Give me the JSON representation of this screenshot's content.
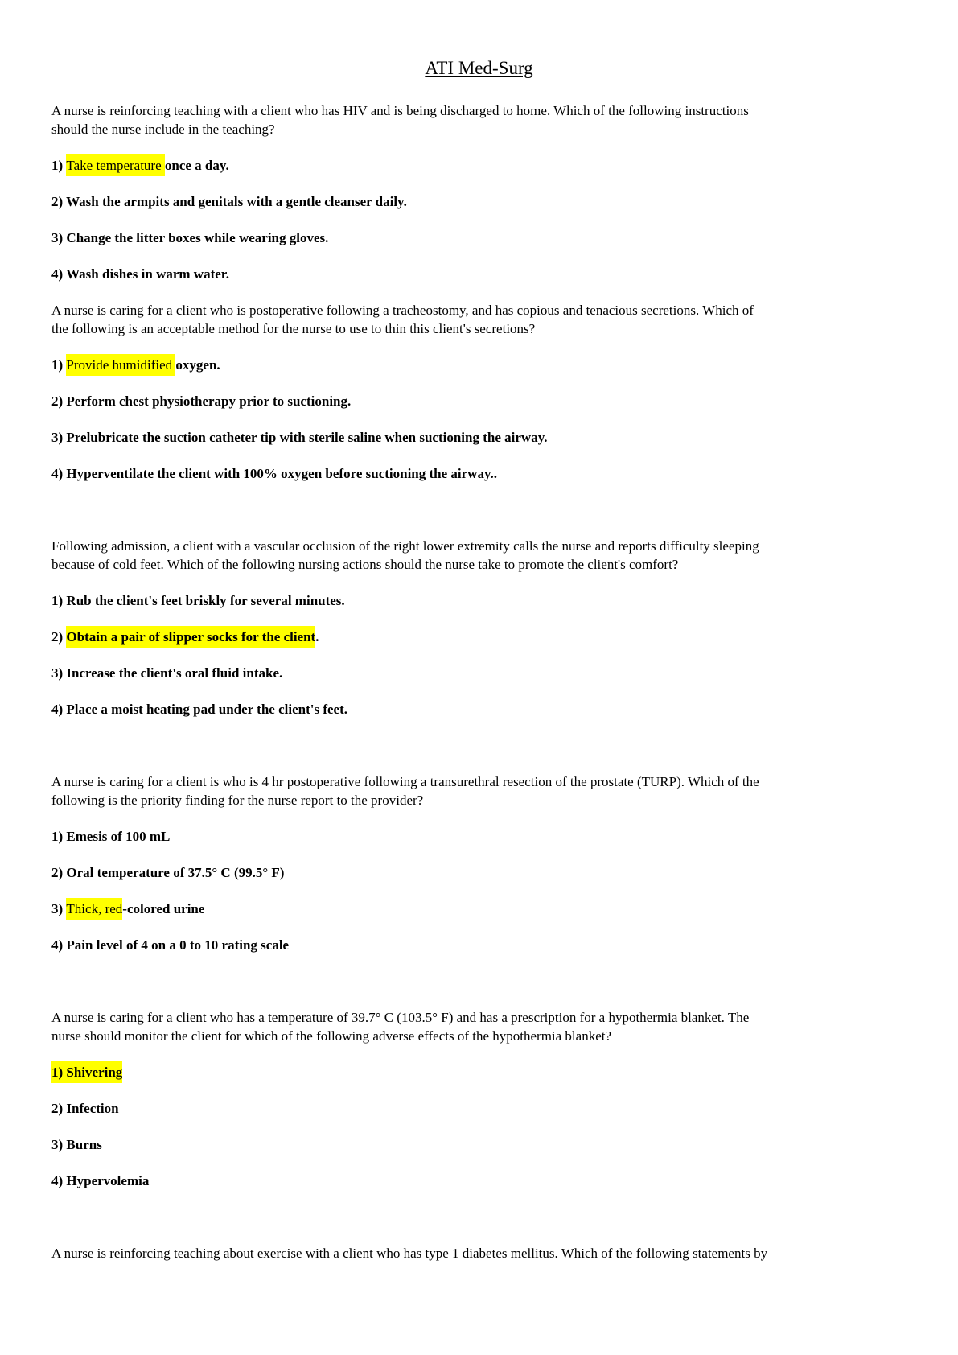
{
  "document": {
    "title": "ATI Med-Surg",
    "highlight_color": "#ffff00",
    "text_color": "#000000",
    "questions": [
      {
        "lines": [
          "A nurse is reinforcing teaching with a client who has HIV and is being discharged to home. Which of the following instructions",
          "should the nurse include in the teaching?"
        ],
        "options": [
          {
            "pre": "1) ",
            "hl": "Take temperature ",
            "post": "once a day."
          },
          {
            "pre": "2) Wash the armpits and genitals with a gentle cleanser daily.",
            "hl": "",
            "post": ""
          },
          {
            "pre": "3) Change the litter boxes while wearing gloves.",
            "hl": "",
            "post": ""
          },
          {
            "pre": "4) Wash dishes in warm water.",
            "hl": "",
            "post": ""
          }
        ]
      },
      {
        "lines": [
          "A nurse is caring for a client who is postoperative following a tracheostomy, and has copious and tenacious secretions. Which of",
          "the following is an acceptable method for the nurse to use to thin this client's secretions?"
        ],
        "options": [
          {
            "pre": "1) ",
            "hl": "Provide humidified ",
            "post": "oxygen."
          },
          {
            "pre": "2) Perform chest physiotherapy prior to suctioning.",
            "hl": "",
            "post": ""
          },
          {
            "pre": "3) Prelubricate the suction catheter tip with sterile saline when suctioning the airway.",
            "hl": "",
            "post": ""
          },
          {
            "pre": "4) Hyperventilate the client with 100% oxygen before suctioning the airway..",
            "hl": "",
            "post": ""
          }
        ]
      },
      {
        "lines": [
          "Following admission, a client with a vascular occlusion of the right lower extremity calls the nurse and reports difficulty sleeping",
          "because of cold feet. Which of the following nursing actions should the nurse take to promote the client's comfort?"
        ],
        "options": [
          {
            "pre": "1) Rub the client's feet briskly for several minutes.",
            "hl": "",
            "post": ""
          },
          {
            "pre": "2) ",
            "hl": "Obtain a pair of slipper socks for the client",
            "post": "."
          },
          {
            "pre": "3) Increase the client's oral fluid intake.",
            "hl": "",
            "post": ""
          },
          {
            "pre": "4) Place a moist heating pad under the client's feet.",
            "hl": "",
            "post": ""
          }
        ]
      },
      {
        "lines": [
          "A nurse is caring for a client is who is 4 hr postoperative following a transurethral resection of the prostate (TURP). Which of the",
          "following is the priority finding for the nurse report to the provider?"
        ],
        "options": [
          {
            "pre": "1) Emesis of 100 mL",
            "hl": "",
            "post": ""
          },
          {
            "pre": "2) Oral temperature of 37.5° C (99.5° F)",
            "hl": "",
            "post": ""
          },
          {
            "pre": "3) ",
            "hl": "Thick, red",
            "post": "-colored urine"
          },
          {
            "pre": "4) Pain level of 4 on a 0 to 10 rating scale",
            "hl": "",
            "post": ""
          }
        ]
      },
      {
        "lines": [
          "A nurse is caring for a client who has a temperature of 39.7° C (103.5° F) and has a prescription for a hypothermia blanket. The",
          "nurse should monitor the client for which of the following adverse effects of the hypothermia blanket?"
        ],
        "options": [
          {
            "pre": "",
            "hl": "1) Shivering",
            "post": ""
          },
          {
            "pre": "2) Infection",
            "hl": "",
            "post": ""
          },
          {
            "pre": "3) Burns",
            "hl": "",
            "post": ""
          },
          {
            "pre": "4) Hypervolemia",
            "hl": "",
            "post": ""
          }
        ]
      }
    ],
    "footer": {
      "text": "A nurse is reinforcing teaching about exercise with a client who has type 1 diabetes mellitus. Which of the following statements by"
    }
  }
}
